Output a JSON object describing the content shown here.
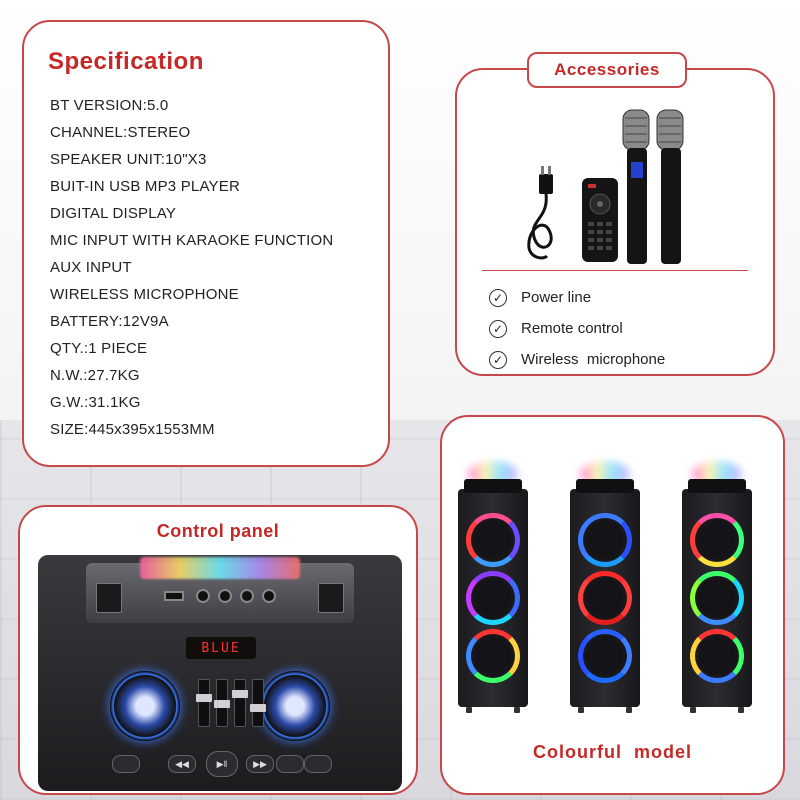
{
  "spec": {
    "title": "Specification",
    "items": [
      "BT VERSION:5.0",
      "CHANNEL:STEREO",
      "SPEAKER UNIT:10\"X3",
      "BUIT-IN USB MP3 PLAYER",
      "DIGITAL DISPLAY",
      "MIC INPUT WITH KARAOKE FUNCTION",
      "AUX INPUT",
      "WIRELESS MICROPHONE",
      "BATTERY:12V9A",
      "QTY.:1 PIECE",
      "N.W.:27.7KG",
      "G.W.:31.1KG",
      "SIZE:445x395x1553MM"
    ]
  },
  "accessories": {
    "title": "Accessories",
    "check_icon": "✓",
    "items": [
      "Power line",
      "Remote control",
      "Wireless  microphone"
    ]
  },
  "control_panel": {
    "title": "Control panel",
    "display_text": "BLUE"
  },
  "model": {
    "title": "Colourful  model"
  },
  "colors": {
    "accent": "#c62828",
    "border": "#c7474a"
  }
}
